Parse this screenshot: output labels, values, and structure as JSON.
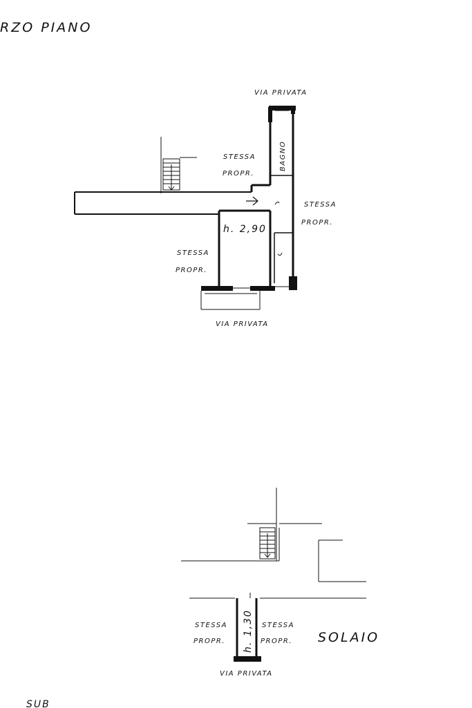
{
  "header": {
    "floor_title": "RZO   PIANO"
  },
  "upper_plan": {
    "street_top": "VIA PRIVATA",
    "street_bottom": "VIA PRIVATA",
    "bathroom_label": "BAGNO",
    "height_label": "h. 2,90",
    "neighbor_left_top_1": "STESSA",
    "neighbor_left_top_2": "PROPR.",
    "neighbor_right_1": "STESSA",
    "neighbor_right_2": "PROPR.",
    "neighbor_left_bottom_1": "STESSA",
    "neighbor_left_bottom_2": "PROPR."
  },
  "lower_plan": {
    "height_label": "h. 1,30",
    "neighbor_left_1": "STESSA",
    "neighbor_left_2": "PROPR.",
    "neighbor_right_1": "STESSA",
    "neighbor_right_2": "PROPR.",
    "street_bottom": "VIA PRIVATA",
    "title": "SOLAIO"
  },
  "footer": {
    "corner_text": "SUB"
  }
}
